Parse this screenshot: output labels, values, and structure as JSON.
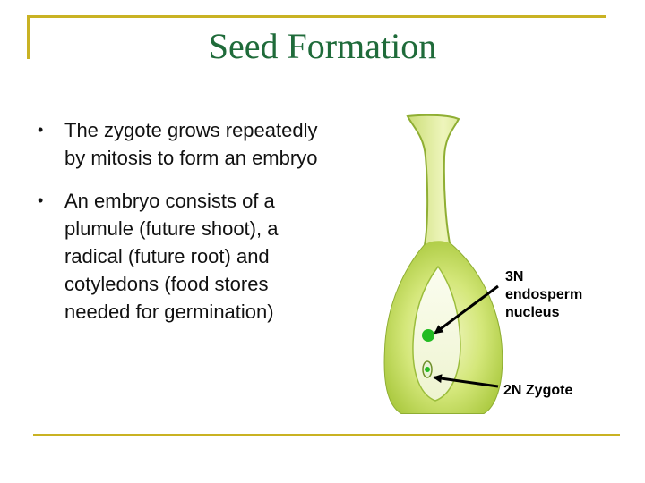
{
  "slide": {
    "title": "Seed Formation",
    "bullets": [
      {
        "text": "The zygote grows repeatedly by mitosis to form an embryo"
      },
      {
        "text": "An embryo consists of a plumule (future shoot), a radical (future root) and cotyledons (food stores needed for germination)"
      }
    ],
    "bullet_glyph": "•"
  },
  "diagram": {
    "labels": {
      "endosperm_line1": "3N",
      "endosperm_line2": "endosperm",
      "endosperm_line3": "nucleus",
      "zygote": "2N Zygote"
    }
  },
  "colors": {
    "frame": "#c9b223",
    "title": "#1f6b3a",
    "ovule_fill": "#c8de5a",
    "ovule_outline": "#6f8f2a",
    "nucleus": "#22bb22"
  }
}
